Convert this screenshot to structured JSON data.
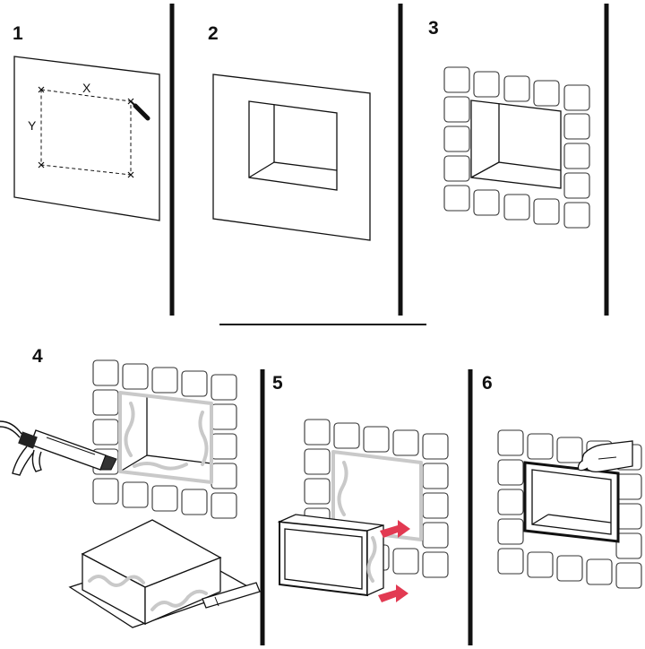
{
  "steps": [
    {
      "label": "1",
      "dimensions": {
        "x": "X",
        "y": "Y"
      }
    },
    {
      "label": "2"
    },
    {
      "label": "3"
    },
    {
      "label": "4"
    },
    {
      "label": "5"
    },
    {
      "label": "6"
    }
  ]
}
